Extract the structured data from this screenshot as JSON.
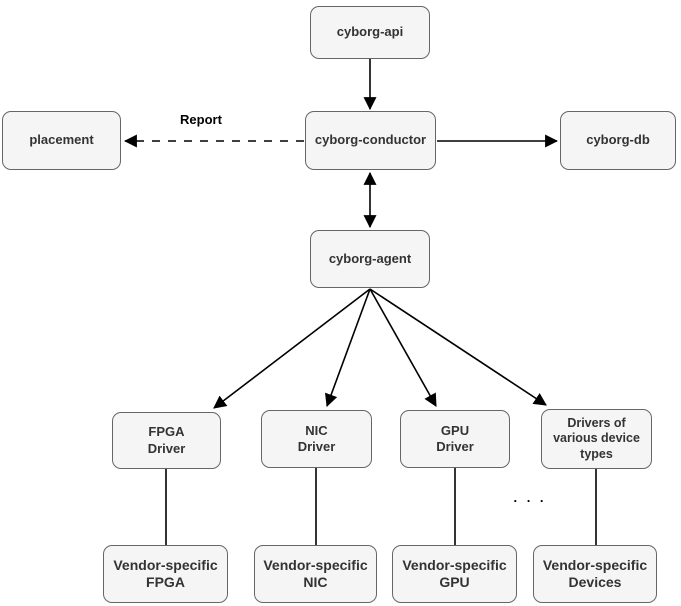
{
  "colors": {
    "node_fill": "#f5f5f5",
    "node_border": "#666666",
    "node_text": "#333333",
    "edge": "#000000",
    "canvas_bg": "#ffffff"
  },
  "nodes": {
    "cyborg_api": "cyborg-api",
    "placement": "placement",
    "cyborg_conductor": "cyborg-conductor",
    "cyborg_db": "cyborg-db",
    "cyborg_agent": "cyborg-agent",
    "fpga_driver": "FPGA\nDriver",
    "nic_driver": "NIC\nDriver",
    "gpu_driver": "GPU\nDriver",
    "various_drivers": "Drivers of\nvarious device\ntypes",
    "vendor_fpga": "Vendor-specific\nFPGA",
    "vendor_nic": "Vendor-specific\nNIC",
    "vendor_gpu": "Vendor-specific\nGPU",
    "vendor_devices": "Vendor-specific\nDevices"
  },
  "labels": {
    "report": "Report",
    "ellipsis": ". . ."
  }
}
